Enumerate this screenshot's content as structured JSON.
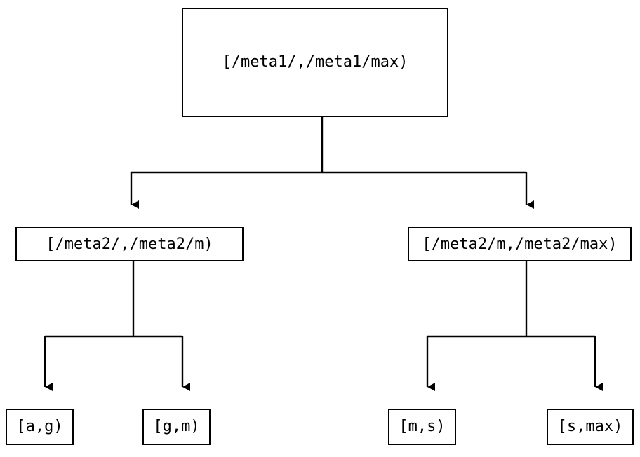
{
  "diagram": {
    "type": "tree",
    "orientation": "top-down",
    "background_color": "#ffffff",
    "line_color": "#000000",
    "text_color": "#000000",
    "nodes": {
      "root": {
        "label": "[/meta1/,/meta1/max)"
      },
      "mid_left": {
        "label": "[/meta2/,/meta2/m)"
      },
      "mid_right": {
        "label": "[/meta2/m,/meta2/max)"
      },
      "leaf_ag": {
        "label": "[a,g)"
      },
      "leaf_gm": {
        "label": "[g,m)"
      },
      "leaf_ms": {
        "label": "[m,s)"
      },
      "leaf_smax": {
        "label": "[s,max)"
      }
    },
    "edges": [
      {
        "from": "root",
        "to": "mid_left",
        "arrow": "down"
      },
      {
        "from": "root",
        "to": "mid_right",
        "arrow": "down"
      },
      {
        "from": "mid_left",
        "to": "leaf_ag",
        "arrow": "down"
      },
      {
        "from": "mid_left",
        "to": "leaf_gm",
        "arrow": "down"
      },
      {
        "from": "mid_right",
        "to": "leaf_ms",
        "arrow": "down"
      },
      {
        "from": "mid_right",
        "to": "leaf_smax",
        "arrow": "down"
      }
    ]
  }
}
